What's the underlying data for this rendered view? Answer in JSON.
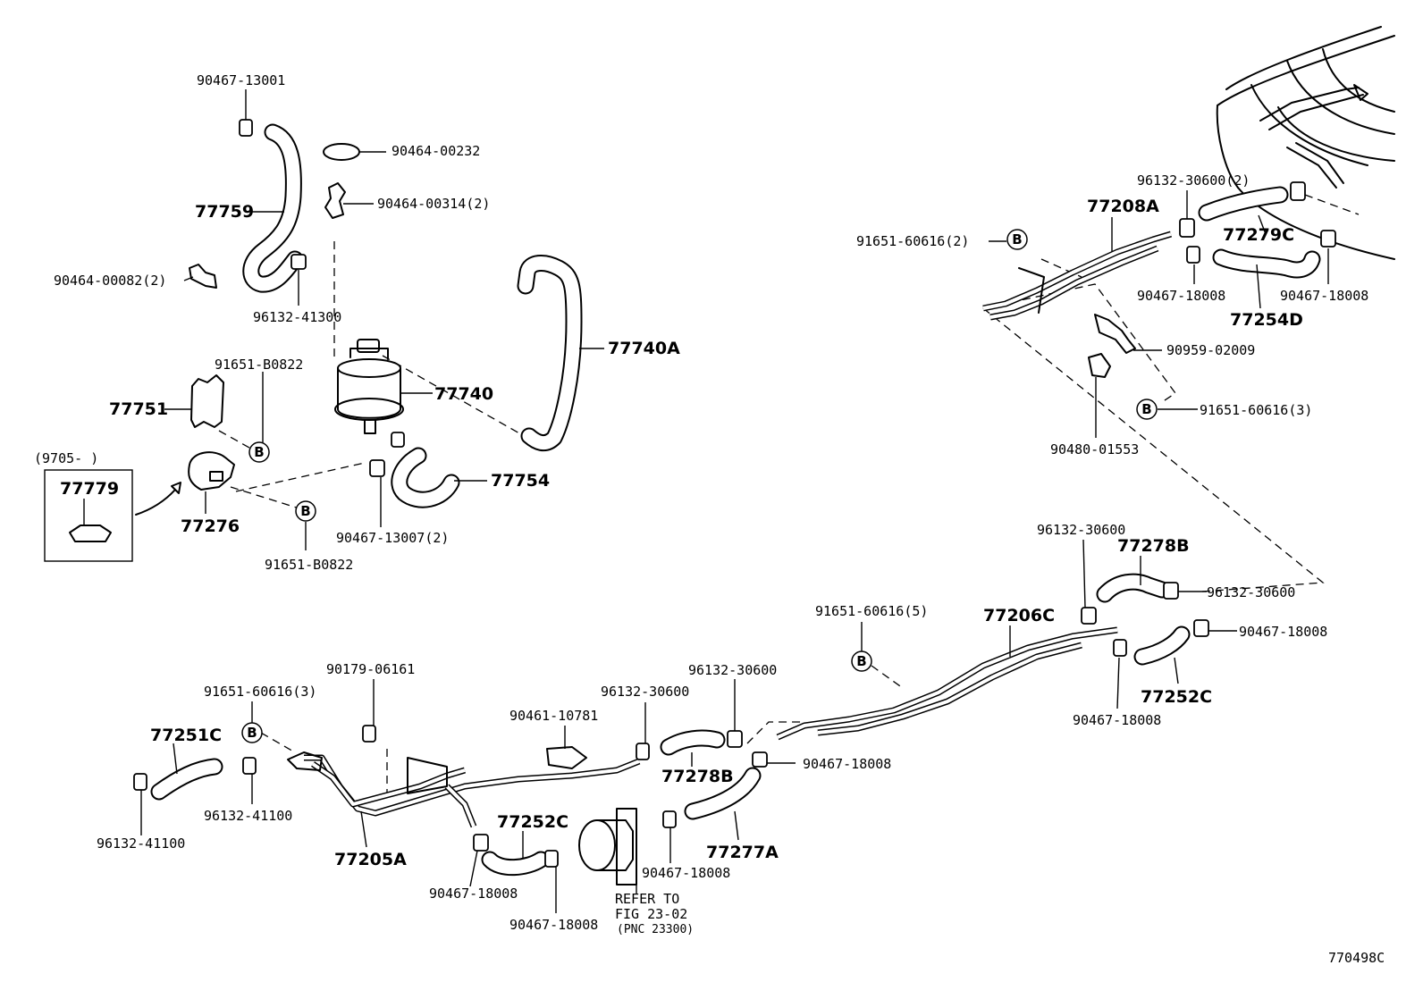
{
  "diagram": {
    "code": "770498C",
    "date_range": "(9705-          )",
    "refer_note": [
      "REFER TO",
      "FIG 23-02",
      "(PNC 23300)"
    ],
    "ref_marker": "B",
    "parts": {
      "p90467_13001": "90467-13001",
      "p90464_00232": "90464-00232",
      "p90464_00314": "90464-00314(2)",
      "p77759": "77759",
      "p90464_00082": "90464-00082(2)",
      "p96132_41300": "96132-41300",
      "p77740A": "77740A",
      "p91651_B0822_a": "91651-B0822",
      "p77740": "77740",
      "p77751": "77751",
      "p77779": "77779",
      "p77276": "77276",
      "p77754": "77754",
      "p90467_13007": "90467-13007(2)",
      "p91651_B0822_b": "91651-B0822",
      "p96132_30600_2": "96132-30600(2)",
      "p77208A": "77208A",
      "p91651_60616_2": "91651-60616(2)",
      "p77279C": "77279C",
      "p90467_18008_a": "90467-18008",
      "p90467_18008_b": "90467-18008",
      "p77254D": "77254D",
      "p90959_02009": "90959-02009",
      "p91651_60616_3a": "91651-60616(3)",
      "p90480_01553": "90480-01553",
      "p96132_30600_a": "96132-30600",
      "p77278B_a": "77278B",
      "p96132_30600_b": "96132-30600",
      "p91651_60616_5": "91651-60616(5)",
      "p77206C": "77206C",
      "p90467_18008_c": "90467-18008",
      "p90467_18008_d": "90467-18008",
      "p77252C_a": "77252C",
      "p90179_06161": "90179-06161",
      "p96132_30600_c": "96132-30600",
      "p91651_60616_3b": "91651-60616(3)",
      "p90461_10781": "90461-10781",
      "p96132_30600_d": "96132-30600",
      "p77251C": "77251C",
      "p77278B_b": "77278B",
      "p90467_18008_e": "90467-18008",
      "p96132_41100_a": "96132-41100",
      "p96132_41100_b": "96132-41100",
      "p77252C_b": "77252C",
      "p77205A": "77205A",
      "p90467_18008_f": "90467-18008",
      "p77277A": "77277A",
      "p90467_18008_g": "90467-18008",
      "p90467_18008_h": "90467-18008"
    }
  }
}
